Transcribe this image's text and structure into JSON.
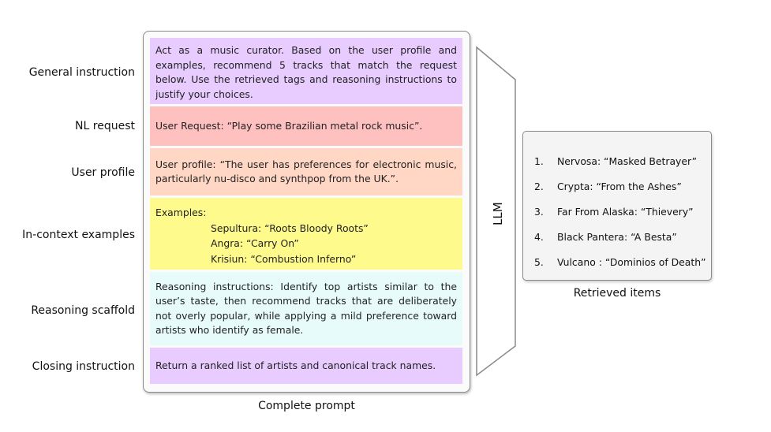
{
  "row_labels": {
    "general": "General instruction",
    "nl_request": "NL request",
    "user_profile": "User profile",
    "in_context": "In-context examples",
    "reasoning": "Reasoning scaffold",
    "closing": "Closing instruction"
  },
  "prompt": {
    "general_instruction": "Act as a music curator. Based on the user profile and examples, recommend 5 tracks that match the request below. Use the retrieved tags and reasoning instructions to justify your choices.",
    "nl_request": "User Request: “Play some Brazilian metal rock music”.",
    "user_profile": "User profile: “The user has preferences for electronic music, particularly nu-disco and synthpop from the UK.”.",
    "examples_header": "Examples:",
    "examples": [
      "Sepultura: “Roots Bloody Roots”",
      "Angra: “Carry On”",
      "Krisiun: “Combustion Inferno”"
    ],
    "reasoning": "Reasoning instructions: Identify top artists similar to the user’s taste, then recommend tracks that are deliberately not overly popular, while applying a mild preference toward artists who identify as female.",
    "closing": "Return a ranked list of artists and canonical track names.",
    "caption": "Complete prompt"
  },
  "llm_label": "LLM",
  "retrieved": {
    "caption": "Retrieved items",
    "items": [
      {
        "num": "1.",
        "text": "Nervosa: “Masked Betrayer”"
      },
      {
        "num": "2.",
        "text": "Crypta: “From the Ashes”"
      },
      {
        "num": "3.",
        "text": "Far From Alaska: “Thievery”"
      },
      {
        "num": "4.",
        "text": "Black Pantera: “A Besta”"
      },
      {
        "num": "5.",
        "text": "Vulcano : “Dominios of Death”"
      }
    ]
  },
  "colors": {
    "general": "#e8ccff",
    "nl_request": "#ffc0c0",
    "user_profile": "#ffd7c4",
    "in_context": "#fffa8c",
    "reasoning": "#e6fbfa",
    "closing": "#e8ccff"
  }
}
